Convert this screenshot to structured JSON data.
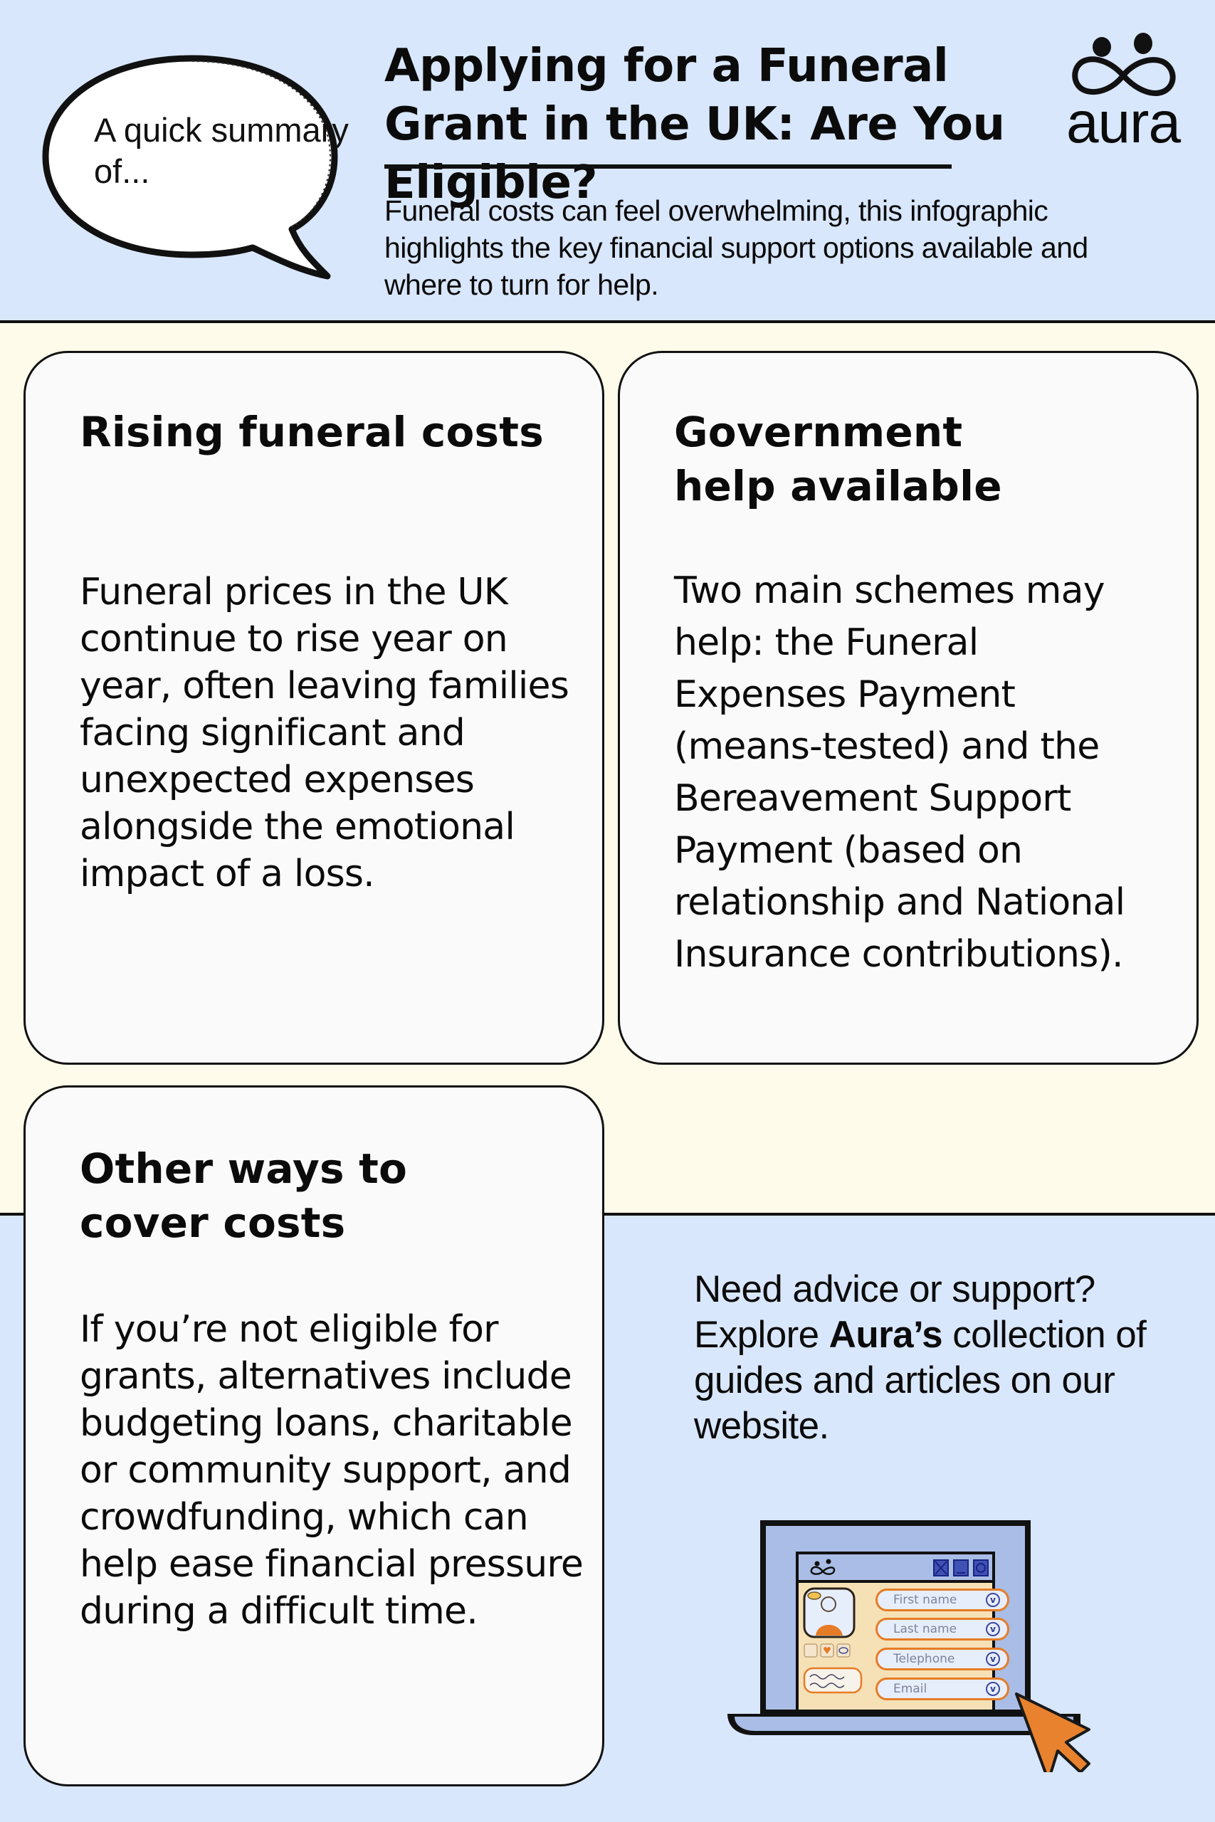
{
  "header": {
    "bubble_text": "A quick summary of...",
    "title": "Applying for a Funeral Grant in the UK: Are You Eligible?",
    "subtitle": "Funeral costs can feel overwhelming, this infographic highlights the key financial support options available and where to turn for help.",
    "logo": {
      "icon": "infinity-people-icon",
      "wordmark": "aura"
    }
  },
  "cards": [
    {
      "title": "Rising funeral costs",
      "body": "Funeral prices in the UK continue to rise year on year, often leaving families facing significant and unexpected expenses alongside the emotional impact of a loss."
    },
    {
      "title": "Government help available",
      "body": "Two main schemes may help: the Funeral Expenses Payment (means-tested) and the Bereavement Support Payment (based on relationship and National Insurance contributions)."
    },
    {
      "title": "Other ways to cover costs",
      "body": "If you’re not eligible for grants, alternatives include budgeting loans, charitable or community support, and crowdfunding, which can help ease financial pressure during a difficult time."
    }
  ],
  "cta": {
    "line1": "Need advice or support?",
    "explore": "Explore",
    "brand": "Aura’s",
    "rest": "collection of guides and articles on our website."
  },
  "illustration": {
    "window_buttons": [
      "close",
      "minimize",
      "maximize"
    ],
    "form_fields": [
      "First name",
      "Last name",
      "Telephone",
      "Email"
    ],
    "check_glyph": "v",
    "cursor_icon": "arrow-cursor-icon"
  },
  "colors": {
    "header_bg": "#d9e7fd",
    "middle_bg": "#fffbea",
    "card_bg": "#fafafa",
    "accent_orange": "#e67c26",
    "screen_blue": "#a9bde6",
    "form_bg": "#f8e2b4",
    "text": "#0b0b0b"
  }
}
